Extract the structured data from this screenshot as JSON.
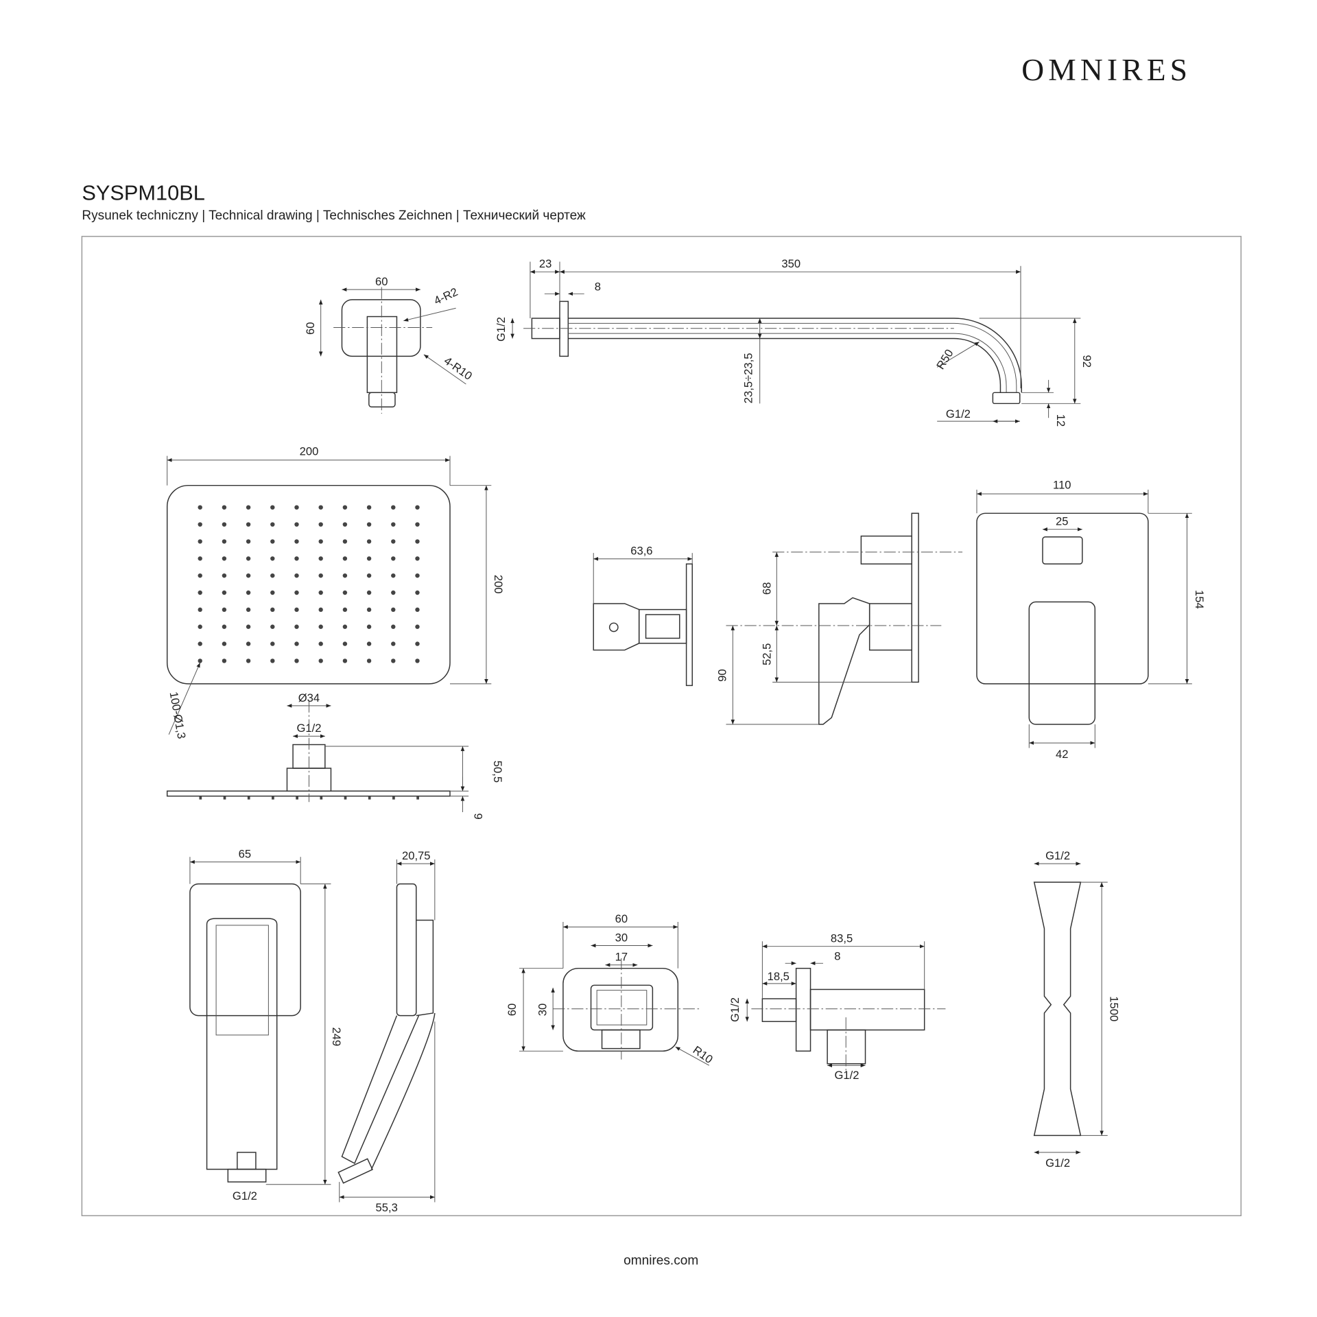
{
  "header": {
    "brand": "OMNIRES",
    "product_code": "SYSPM10BL",
    "subtitle": "Rysunek techniczny | Technical drawing | Technisches Zeichnen | Технический чертеж"
  },
  "footer": {
    "website": "omnires.com"
  },
  "dimensions": {
    "elbow": {
      "width": "60",
      "height": "60",
      "r2": "4-R2",
      "r10": "4-R10"
    },
    "arm": {
      "offset": "23",
      "length": "350",
      "flange": "8",
      "thread_left": "G1/2",
      "diameter": "23,5÷23,5",
      "radius": "R50",
      "drop": "92",
      "nut": "12",
      "thread_bottom": "G1/2"
    },
    "head": {
      "width": "200",
      "height": "200",
      "nozzles": "100-Ø1,3",
      "connector_dia": "Ø34",
      "thread": "G1/2",
      "height_side": "50,5",
      "thickness": "9"
    },
    "mixer": {
      "depth": "63,6",
      "d68": "68",
      "d52": "52,5",
      "d90": "90",
      "plate_w": "110",
      "button_w": "25",
      "plate_h": "154",
      "handle_w": "42"
    },
    "hand": {
      "width": "65",
      "length": "249",
      "thread": "G1/2",
      "thickness": "20,75",
      "depth": "55,3"
    },
    "outlet": {
      "w60": "60",
      "w30": "30",
      "w17": "17",
      "h60": "60",
      "h30": "30",
      "radius": "R10",
      "depth": "83,5",
      "d8": "8",
      "d18": "18,5",
      "thread_side": "G1/2",
      "thread_bottom": "G1/2"
    },
    "hose": {
      "thread_top": "G1/2",
      "length": "1500",
      "thread_bottom": "G1/2"
    }
  }
}
